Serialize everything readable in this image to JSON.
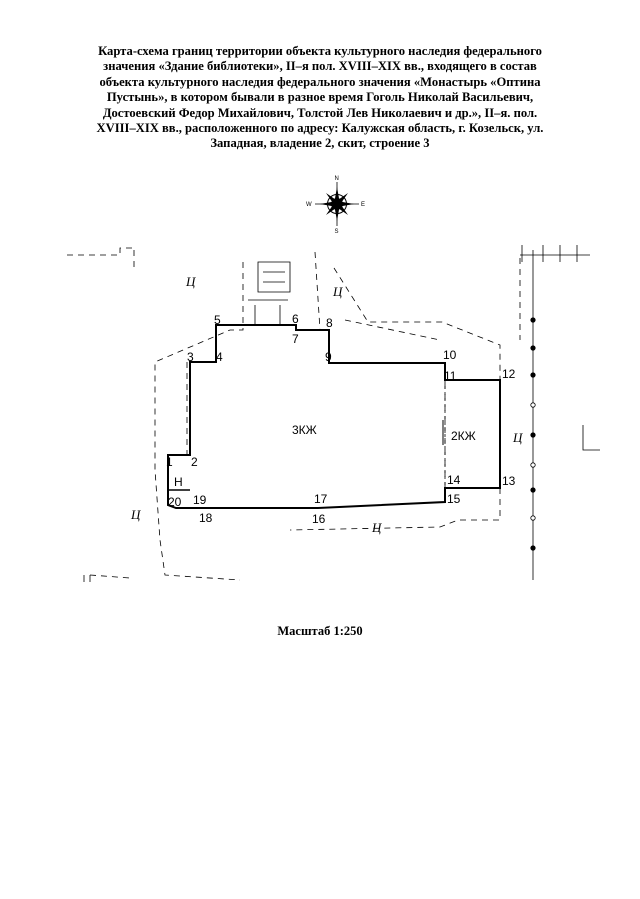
{
  "title_lines": [
    "Карта-схема границ территории объекта культурного наследия  федерального",
    "значения «Здание библиотеки», II–я пол. XVIII–XIX вв., входящего в состав",
    "объекта культурного наследия федерального значения «Монастырь «Оптина",
    "Пустынь», в котором бывали в разное время Гоголь Николай Васильевич,",
    "Достоевский Федор Михайлович, Толстой Лев Николаевич и др.», II–я. пол.",
    "XVIII–XIX вв., расположенного по адресу: Калужская область, г. Козельск, ул.",
    "Западная, владение 2, скит, строение 3"
  ],
  "compass": {
    "north": "N",
    "south": "S",
    "east": "E",
    "west": "W"
  },
  "boundary_points": [
    "1",
    "2",
    "3",
    "4",
    "5",
    "6",
    "7",
    "8",
    "9",
    "10",
    "11",
    "12",
    "13",
    "14",
    "15",
    "16",
    "17",
    "18",
    "19",
    "20"
  ],
  "zones": {
    "main_building": "3КЖ",
    "annex": "2КЖ",
    "small_block": "Н",
    "surround": [
      "Ц",
      "Ц",
      "Ц",
      "Ц",
      "Ц"
    ]
  },
  "scale": "Масштаб 1:250",
  "colors": {
    "ink": "#000000",
    "paper": "#ffffff"
  }
}
